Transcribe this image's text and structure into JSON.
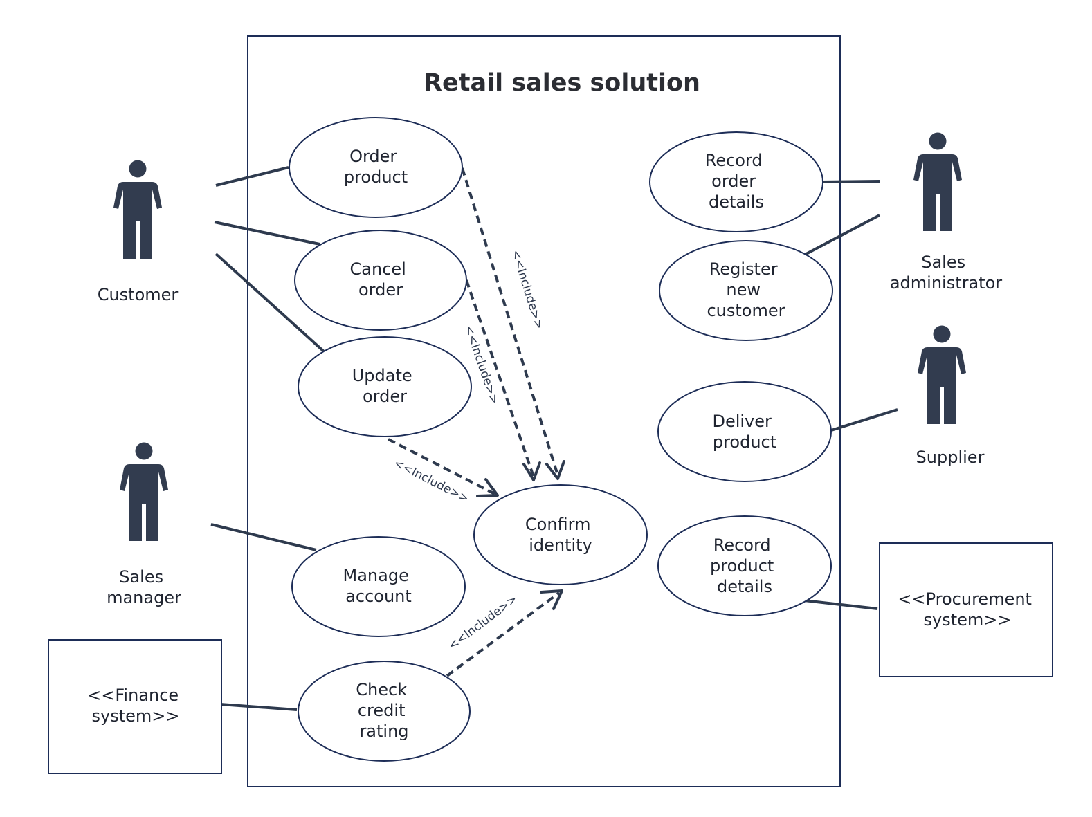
{
  "title": "Retail sales solution",
  "actors": {
    "customer": "Customer",
    "sales_manager": [
      "Sales",
      "manager"
    ],
    "sales_administrator": [
      "Sales",
      "administrator"
    ],
    "supplier": "Supplier"
  },
  "external_systems": {
    "finance": [
      "<<Finance",
      "system>>"
    ],
    "procurement": [
      "<<Procurement",
      "system>>"
    ]
  },
  "use_cases": {
    "order_product": [
      "Order",
      "product"
    ],
    "cancel_order": [
      "Cancel",
      "order"
    ],
    "update_order": [
      "Update",
      "order"
    ],
    "manage_account": [
      "Manage",
      "account"
    ],
    "check_credit_rating": [
      "Check",
      "credit",
      "rating"
    ],
    "confirm_identity": [
      "Confirm",
      "identity"
    ],
    "record_order_details": [
      "Record",
      "order",
      "details"
    ],
    "register_new_customer": [
      "Register",
      "new",
      "customer"
    ],
    "deliver_product": [
      "Deliver",
      "product"
    ],
    "record_product_details": [
      "Record",
      "product",
      "details"
    ]
  },
  "include_label": "<<Include>>",
  "colors": {
    "outline": "#1d2d57",
    "connector": "#2e3a4e",
    "actor": "#323c4f"
  }
}
